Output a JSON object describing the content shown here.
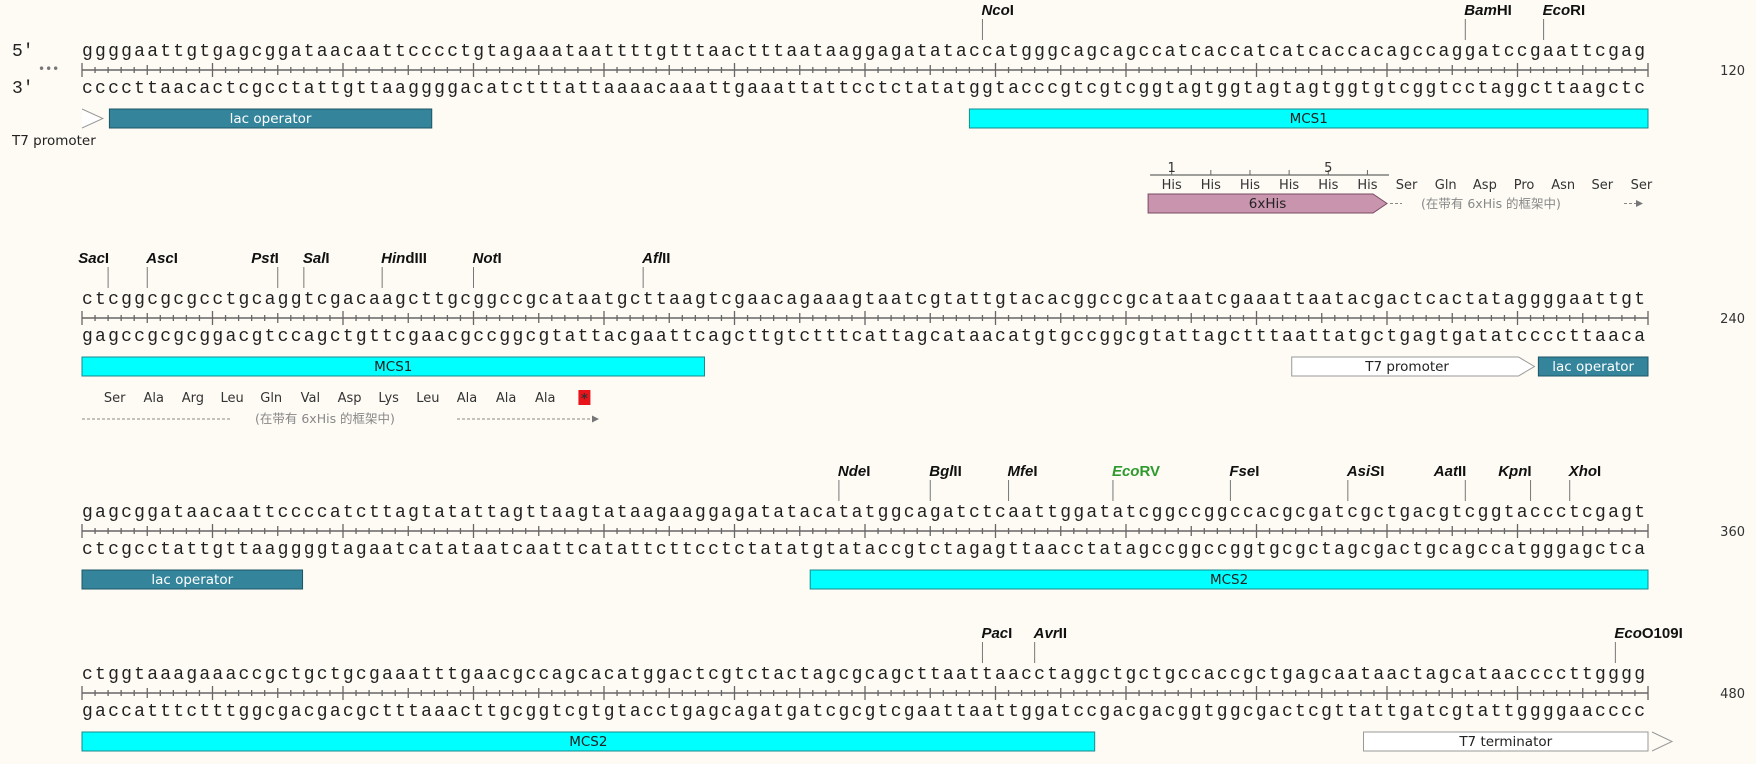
{
  "strand_labels": {
    "five": "5′",
    "three": "3′",
    "ellipsis": "•••"
  },
  "colors": {
    "lac_operator": "#34859c",
    "mcs": "#00ffff",
    "promoter": "#ffffff",
    "terminator": "#ffffff",
    "his_tag": "#c994ae",
    "stop": "#e8141b",
    "highlight_enzyme": "#2e9a2e"
  },
  "rows": [
    {
      "end_number": "120",
      "top": "ggggaattgtgagcggataacaattcccctgtagaaataattttgtttaactttaataaggagatataccatgggcagcagccatcaccatcatcaccacagccaggatccgaattcgag",
      "bottom": "ccccttaacactcgcctattgttaaggggacatctttattaaaacaaattgaaattattcctctatatggtacccgtcgtcggtagtggtagtagtggtgtcggtcctaggcttaagctc",
      "enzymes": [
        {
          "italic": "Nco",
          "roman": "I",
          "cut": 69
        },
        {
          "italic": "Bam",
          "roman": "HI",
          "cut": 106
        },
        {
          "italic": "Eco",
          "roman": "RI",
          "cut": 112
        }
      ],
      "features": [
        {
          "kind": "promoter",
          "shape": "tip",
          "start": 0,
          "end": 1.6,
          "label": ""
        },
        {
          "kind": "lac_operator",
          "shape": "box",
          "start": 2.1,
          "end": 26.8,
          "label": "lac operator"
        },
        {
          "kind": "mcs",
          "shape": "box",
          "start": 68,
          "end": 120,
          "label": "MCS1"
        }
      ],
      "outside_label": "T7 promoter"
    },
    {
      "end_number": "240",
      "top": "ctcggcgcgcctgcaggtcgacaagcttgcggccgcataatgcttaagtcgaacagaaagtaatcgtattgtacacggccgcataatcgaaattaatacgactcactataggggaattgt",
      "bottom": "gagccgcgcggacgtccagctgttcgaacgccggcgtattacgaattcagcttgtctttcattagcataacatgtgccggcgtattagctttaattatgctgagtgatatccccttaaca",
      "enzymes": [
        {
          "italic": "Sac",
          "roman": "I",
          "cut": 2
        },
        {
          "italic": "Asc",
          "roman": "I",
          "cut": 5
        },
        {
          "italic": "Pst",
          "roman": "I",
          "cut": 15
        },
        {
          "italic": "Sal",
          "roman": "I",
          "cut": 17
        },
        {
          "italic": "Hin",
          "roman": "dIII",
          "cut": 23
        },
        {
          "italic": "Not",
          "roman": "I",
          "cut": 30
        },
        {
          "italic": "Afl",
          "roman": "II",
          "cut": 43
        }
      ],
      "features": [
        {
          "kind": "mcs",
          "shape": "box",
          "start": 0,
          "end": 47.7,
          "label": "MCS1"
        },
        {
          "kind": "promoter",
          "shape": "arrow",
          "start": 92.7,
          "end": 111.3,
          "label": "T7 promoter"
        },
        {
          "kind": "lac_operator",
          "shape": "box",
          "start": 111.6,
          "end": 120,
          "label": "lac operator"
        }
      ]
    },
    {
      "end_number": "360",
      "top": "gagcggataacaattccccatcttagtatattagttaagtataagaaggagatatacatatggcagatctcaattggatatcggccggccacgcgatcgctgacgtcggtaccctcgagt",
      "bottom": "ctcgcctattgttaaggggtagaatcatataatcaattcatattcttcctctatatgtataccgtctagagttaacctatagccggccggtgcgctagcgactgcagccatgggagctca",
      "enzymes": [
        {
          "italic": "Nde",
          "roman": "I",
          "cut": 58
        },
        {
          "italic": "Bgl",
          "roman": "II",
          "cut": 65
        },
        {
          "italic": "Mfe",
          "roman": "I",
          "cut": 71
        },
        {
          "italic": "Eco",
          "roman": "RV",
          "cut": 79,
          "color": "#2e9a2e"
        },
        {
          "italic": "Fse",
          "roman": "I",
          "cut": 88
        },
        {
          "italic": "AsiS",
          "roman": "I",
          "cut": 97
        },
        {
          "italic": "Aat",
          "roman": "II",
          "cut": 106
        },
        {
          "italic": "Kpn",
          "roman": "I",
          "cut": 111
        },
        {
          "italic": "Xho",
          "roman": "I",
          "cut": 114
        }
      ],
      "features": [
        {
          "kind": "lac_operator",
          "shape": "box",
          "start": 0,
          "end": 16.9,
          "label": "lac operator"
        },
        {
          "kind": "mcs",
          "shape": "box",
          "start": 55.8,
          "end": 120,
          "label": "MCS2"
        }
      ]
    },
    {
      "end_number": "480",
      "top": "ctggtaaagaaaccgctgctgcgaaatttgaacgccagcacatggactcgtctactagcgcagcttaattaacctaggctgctgccaccgctgagcaataactagcataaccccttgggg",
      "bottom": "gaccatttctttggcgacgacgctttaaacttgcggtcgtgtacctgagcagatgatcgcgtcgaattaattggatccgacgacggtggcgactcgttattgatcgtattggggaacccc",
      "enzymes": [
        {
          "italic": "Pac",
          "roman": "I",
          "cut": 69
        },
        {
          "italic": "Avr",
          "roman": "II",
          "cut": 73
        },
        {
          "italic": "Eco",
          "roman": "O109I",
          "cut": 117.5
        }
      ],
      "features": [
        {
          "kind": "mcs",
          "shape": "box",
          "start": 0,
          "end": 77.6,
          "label": "MCS2"
        },
        {
          "kind": "terminator",
          "shape": "box-tail",
          "start": 98.2,
          "end": 120,
          "label": "T7 terminator"
        }
      ]
    }
  ],
  "orf": {
    "name": "6xHis",
    "ruler_numbers": [
      "1",
      "5"
    ],
    "note": "(在带有 6xHis 的框架中)",
    "row1_first_codon": 82,
    "row1_aa": [
      "His",
      "His",
      "His",
      "His",
      "His",
      "His",
      "Ser",
      "Gln",
      "Asp",
      "Pro",
      "Asn",
      "Ser",
      "Ser"
    ],
    "row2_first_codon": 1,
    "row2_aa": [
      "Ser",
      "Ala",
      "Arg",
      "Leu",
      "Gln",
      "Val",
      "Asp",
      "Lys",
      "Leu",
      "Ala",
      "Ala",
      "Ala",
      "*"
    ]
  }
}
